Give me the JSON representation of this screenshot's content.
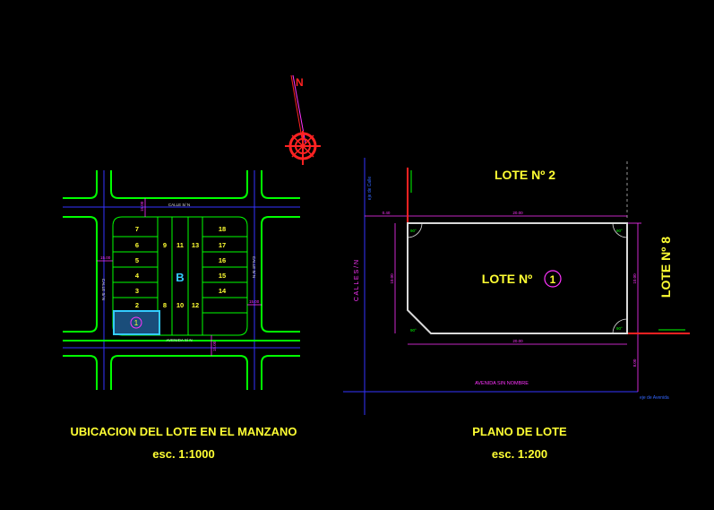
{
  "colors": {
    "background": "#000000",
    "street_edge": "#00ff00",
    "axis_line": "#3333ff",
    "lot_number": "#ffff33",
    "dimension": "#ff33ff",
    "highlight": "#33ccff",
    "north": "#ff2222",
    "lot_outline": "#d9d9d9"
  },
  "north_label": "N",
  "manzana": {
    "block_letter": "B",
    "calle_top": "CALLE S/ N",
    "calle_left": "CALLE S/ N",
    "calle_right": "CALLE S/ N",
    "avenida": "AVENIDA S/ N",
    "lots_left": [
      "7",
      "6",
      "5",
      "4",
      "3",
      "2"
    ],
    "lots_middle_top": [
      "9",
      "11",
      "13"
    ],
    "lots_middle_bottom": [
      "8",
      "10",
      "12"
    ],
    "lots_right": [
      "18",
      "17",
      "16",
      "15",
      "14"
    ],
    "highlight_lot": "1",
    "dim_labels": [
      "15.00",
      "15.00",
      "15.00",
      "15.00"
    ]
  },
  "plano": {
    "lote_2": "LOTE Nº 2",
    "lote_8": "LOTE Nº 8",
    "lote_main": "LOTE Nº",
    "lote_main_number": "1",
    "calle_vertical": "C A L L E   S / N",
    "avenida": "AVENIDA SIN NOMBRE",
    "eje_calle": "eje de Calle",
    "eje_avenida": "eje de Avenida",
    "dim_top": "20.00",
    "dim_bottom": "20.00",
    "dim_left": "10.00",
    "dim_right": "10.00",
    "dim_offset_left": "0.40",
    "dim_offset_bottom": "8.00",
    "corner_labels": [
      "90°",
      "90°",
      "90°",
      "90°"
    ]
  },
  "captions": {
    "left_title": "UBICACION DEL LOTE EN EL MANZANO",
    "left_scale": "esc. 1:1000",
    "right_title": "PLANO DE LOTE",
    "right_scale": "esc. 1:200"
  }
}
